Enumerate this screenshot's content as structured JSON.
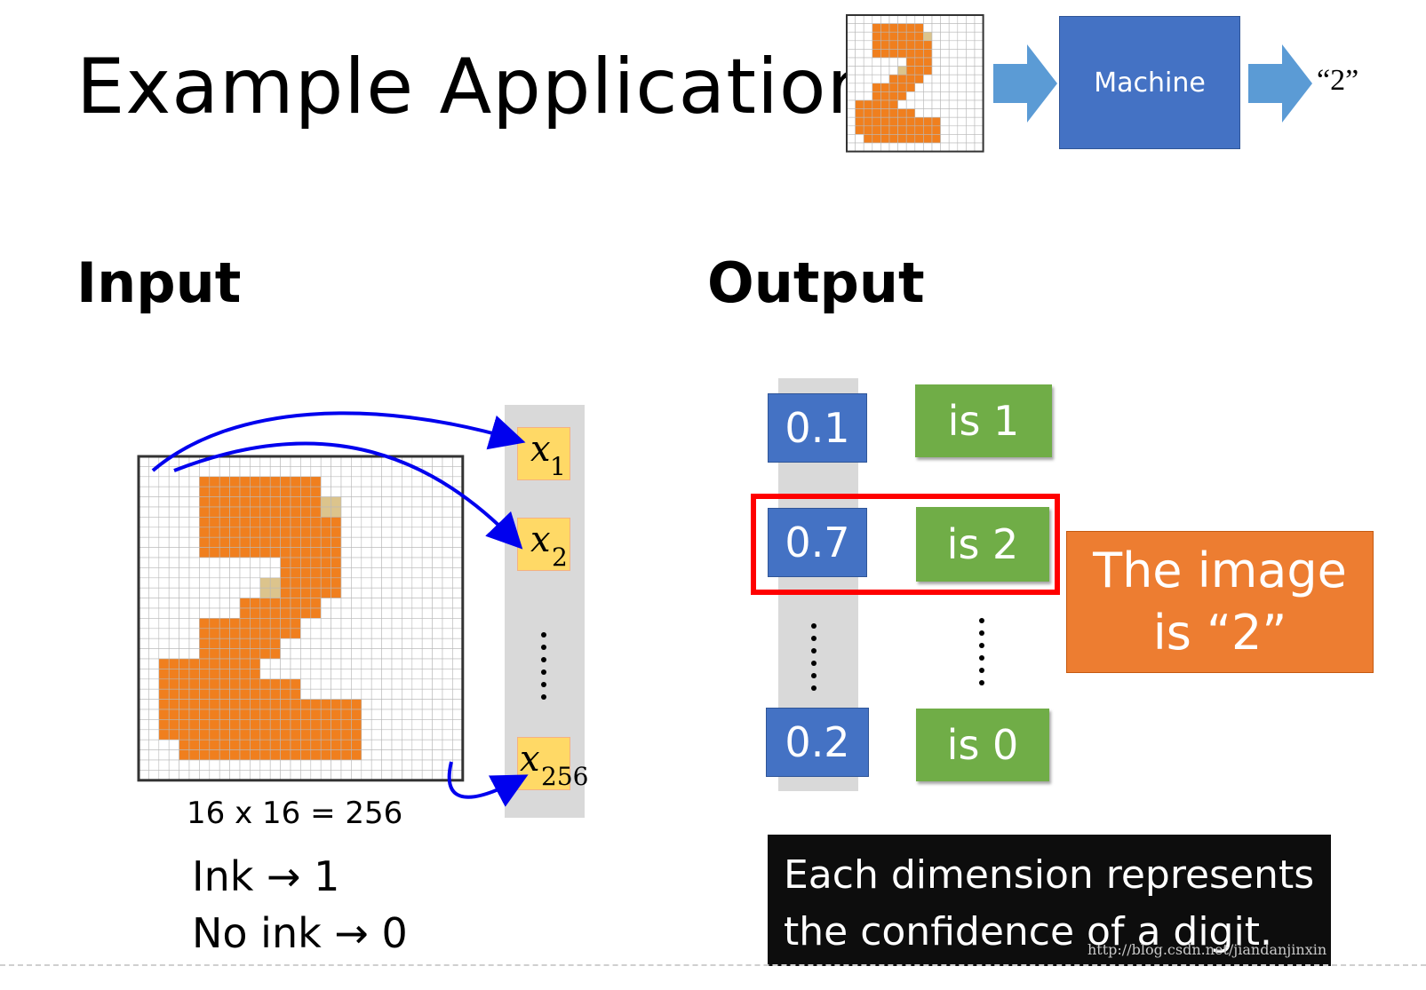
{
  "title": "Example Application",
  "pipeline": {
    "machine_label": "Machine",
    "output_label": "“2”"
  },
  "input": {
    "heading": "Input",
    "grid_caption": "16 x 16 = 256",
    "ink_line": "Ink → 1",
    "no_ink_line": "No ink → 0",
    "vector_items": [
      {
        "var": "x",
        "sub": "1"
      },
      {
        "var": "x",
        "sub": "2"
      },
      {
        "var": "x",
        "sub": "256"
      }
    ]
  },
  "output": {
    "heading": "Output",
    "rows": [
      {
        "value": "0.1",
        "label": "is 1"
      },
      {
        "value": "0.7",
        "label": "is 2"
      },
      {
        "value": "0.2",
        "label": "is 0"
      }
    ],
    "result_line1": "The image",
    "result_line2": "is  “2”",
    "note": "Each dimension represents the confidence of a digit."
  },
  "watermark": "http://blog.csdn.net/jiandanjinxin",
  "colors": {
    "ink": "#f07f1e",
    "edge_ink": "#dcc48c",
    "blue_box": "#4472c4",
    "green_box": "#70ad47",
    "orange_box": "#ed7d31",
    "arrow_blue": "#5b9bd5",
    "highlight_red": "#ff0000",
    "pointer_blue": "#0000ee"
  },
  "digit_grid": {
    "rows": 16,
    "cols": 16,
    "cells": [
      "0000000000000000",
      "0002222220000000",
      "0002222221000000",
      "0002222222000000",
      "0002222222000000",
      "0000000222000000",
      "0000001222000000",
      "0000022220000000",
      "0002222200000000",
      "0002222000000000",
      "0222220000000000",
      "0222222200000000",
      "0222222222200000",
      "0222222222200000",
      "0022222222200000",
      "0000000000000000"
    ]
  }
}
